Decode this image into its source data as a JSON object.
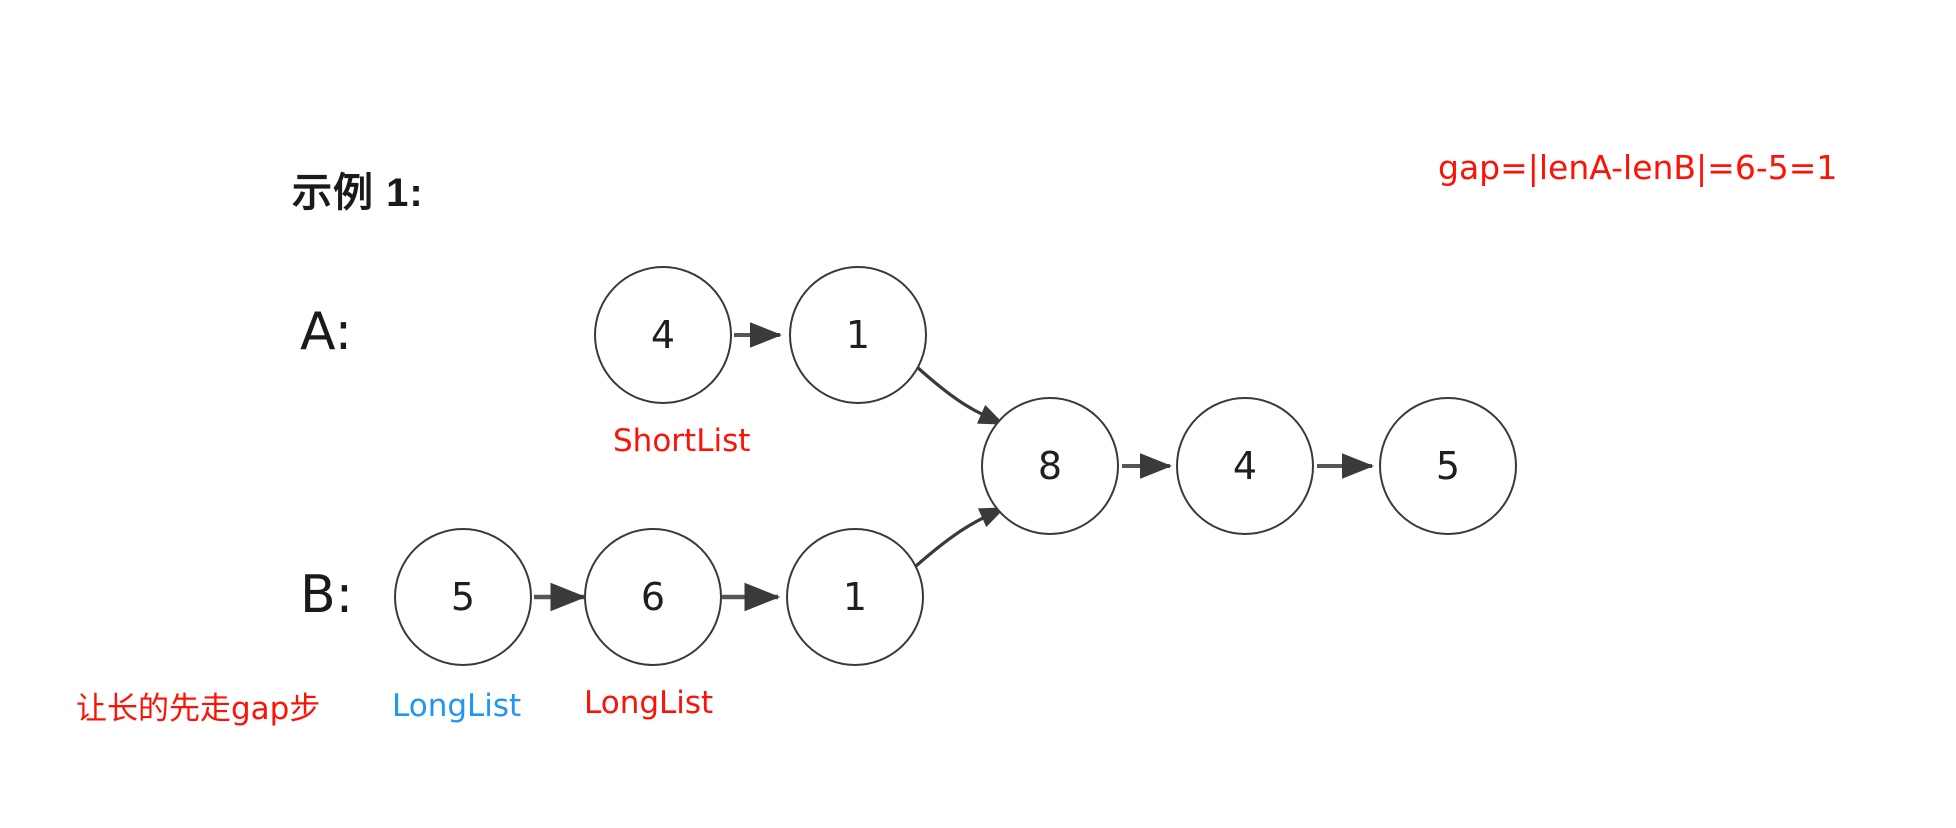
{
  "title": "示例 1:",
  "colors": {
    "red": "#fc1305",
    "blue": "#2196f3",
    "stroke": "#3a3a3a",
    "text": "#1a1a1a",
    "background": "#ffffff"
  },
  "rows": {
    "a": {
      "label": "A:"
    },
    "b": {
      "label": "B:"
    }
  },
  "nodes": {
    "a1": {
      "value": "4"
    },
    "a2": {
      "value": "1"
    },
    "b1": {
      "value": "5"
    },
    "b2": {
      "value": "6"
    },
    "b3": {
      "value": "1"
    },
    "shared1": {
      "value": "8"
    },
    "shared2": {
      "value": "4"
    },
    "shared3": {
      "value": "5"
    }
  },
  "annotations": {
    "gap_formula": "gap=|lenA-lenB|=6-5=1",
    "short_list": "ShortList",
    "walk_gap_steps": "让长的先走gap步",
    "long_list_blue": "LongList",
    "long_list_red": "LongList"
  },
  "chart_data": {
    "type": "diagram",
    "title": "示例 1:",
    "description": "Two singly linked lists A and B that merge at a shared node",
    "lists": [
      {
        "name": "A",
        "values": [
          "4",
          "1"
        ],
        "length": 5,
        "role": "ShortList"
      },
      {
        "name": "B",
        "values": [
          "5",
          "6",
          "1"
        ],
        "length": 6,
        "role": "LongList"
      }
    ],
    "shared_tail": [
      "8",
      "4",
      "5"
    ],
    "intersection_node": "8",
    "edges": [
      {
        "from": "a1",
        "to": "a2",
        "style": "straight"
      },
      {
        "from": "a2",
        "to": "shared1",
        "style": "curved"
      },
      {
        "from": "b1",
        "to": "b2",
        "style": "straight"
      },
      {
        "from": "b2",
        "to": "b3",
        "style": "straight"
      },
      {
        "from": "b3",
        "to": "shared1",
        "style": "curved"
      },
      {
        "from": "shared1",
        "to": "shared2",
        "style": "straight"
      },
      {
        "from": "shared2",
        "to": "shared3",
        "style": "straight"
      }
    ]
  }
}
